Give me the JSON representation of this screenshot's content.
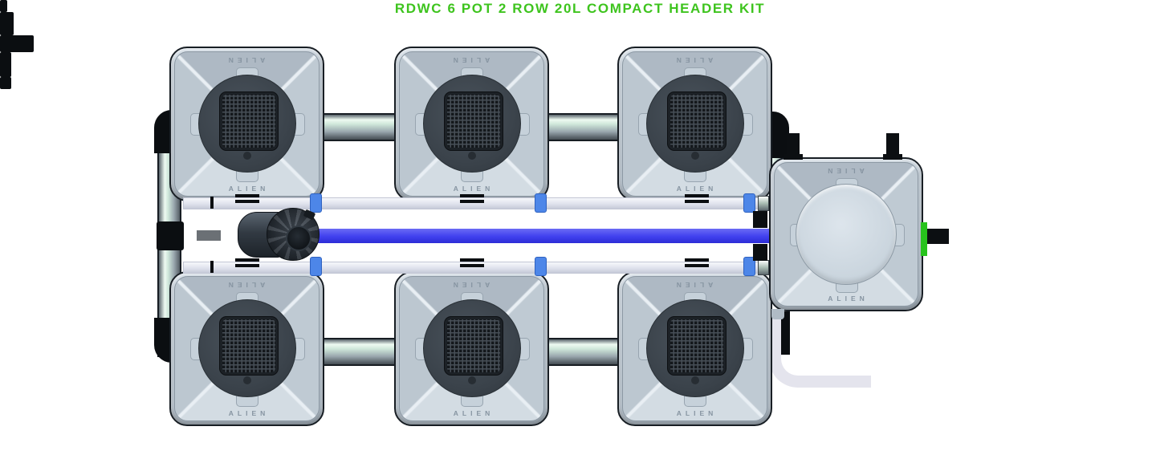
{
  "title": {
    "text": "RDWC 6 POT 2 ROW 20L COMPACT HEADER KIT",
    "color": "#3EC41E"
  },
  "brand": {
    "name": "ALIEN"
  },
  "system": {
    "pot_count": 6,
    "rows": 2,
    "pots": [
      {
        "id": "pot-1",
        "row": 1,
        "col": 1
      },
      {
        "id": "pot-2",
        "row": 1,
        "col": 2
      },
      {
        "id": "pot-3",
        "row": 1,
        "col": 3
      },
      {
        "id": "pot-4",
        "row": 2,
        "col": 1
      },
      {
        "id": "pot-5",
        "row": 2,
        "col": 2
      },
      {
        "id": "pot-6",
        "row": 2,
        "col": 3
      }
    ],
    "header_tank": {
      "id": "header-tank",
      "top_ports": 2,
      "side_valve": "green"
    },
    "pump": {
      "id": "inline-pump"
    }
  },
  "colors": {
    "title_green": "#3EC41E",
    "delivery_pipe_blue": "#4040EE",
    "valve_green": "#27C31D",
    "clip_blue": "#4D86E8",
    "pot_body": "#C2CCD5",
    "pot_lid_dark": "#3E464E",
    "tank_lid_pale": "#CDD8E0",
    "fitting_black": "#0B0E11",
    "return_pipe_white": "#E6E8F0"
  }
}
